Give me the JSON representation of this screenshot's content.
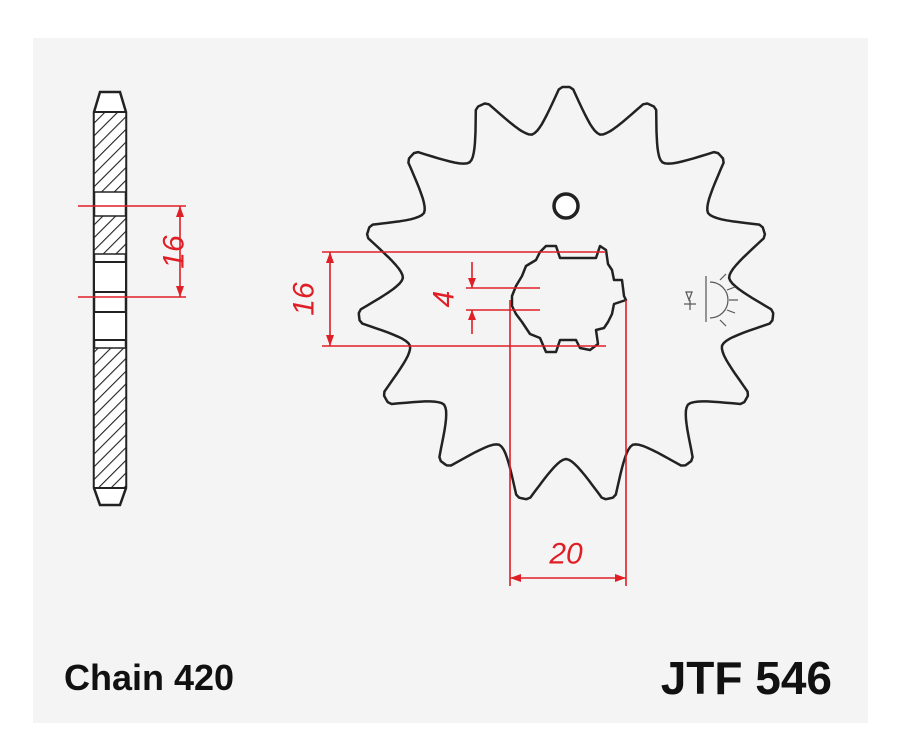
{
  "chain_label": "Chain 420",
  "part_number": "JTF 546",
  "dimensions": {
    "side_view_width": "16",
    "hub_height": "16",
    "spline_width": "4",
    "bore_diameter": "20"
  },
  "colors": {
    "outline": "#222222",
    "dimension": "#e01e25",
    "panel_background": "#f4f4f4"
  },
  "sprocket": {
    "teeth": 15
  }
}
